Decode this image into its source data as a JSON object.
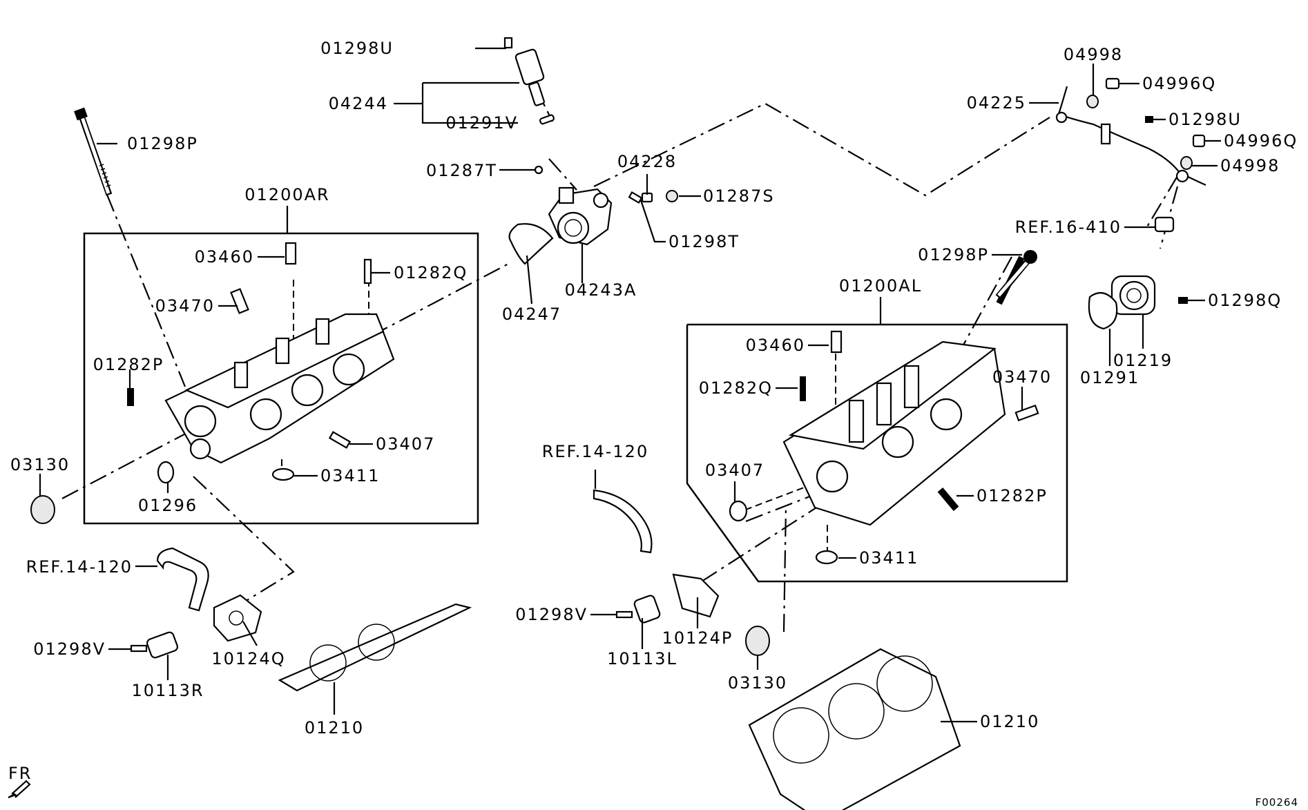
{
  "diagram": {
    "labels": {
      "l01298U_top": "01298U",
      "l04244": "04244",
      "l01291V": "01291V",
      "l01298P_left": "01298P",
      "l01287T": "01287T",
      "l04228": "04228",
      "l01287S": "01287S",
      "l01298T": "01298T",
      "l01200AR": "01200AR",
      "l03460_left": "03460",
      "l01282Q_left": "01282Q",
      "l03470_left": "03470",
      "l01282P_left": "01282P",
      "l03407_left": "03407",
      "l03411_left": "03411",
      "l01296": "01296",
      "l03130_left": "03130",
      "l04247": "04247",
      "l04243A": "04243A",
      "l04998_top": "04998",
      "l04996Q_top": "04996Q",
      "l04225": "04225",
      "l01298U_right": "01298U",
      "l04996Q_mid": "04996Q",
      "l04998_mid": "04998",
      "lREF16410": "REF.16-410",
      "l01298P_right": "01298P",
      "l01200AL": "01200AL",
      "l01298Q": "01298Q",
      "l01219": "01219",
      "l01291": "01291",
      "l03460_right": "03460",
      "l01282Q_right": "01282Q",
      "l03470_right": "03470",
      "l03407_right": "03407",
      "l01282P_right": "01282P",
      "l03411_right": "03411",
      "lREF14120_mid": "REF.14-120",
      "lREF14120_left": "REF.14-120",
      "l01298V_left": "01298V",
      "l10124Q": "10124Q",
      "l10113R": "10113R",
      "l01210_left": "01210",
      "l01298V_mid": "01298V",
      "l10124P": "10124P",
      "l10113L": "10113L",
      "l03130_right": "03130",
      "l01210_right": "01210",
      "lFR": "FR",
      "lCode": "F00264"
    }
  }
}
